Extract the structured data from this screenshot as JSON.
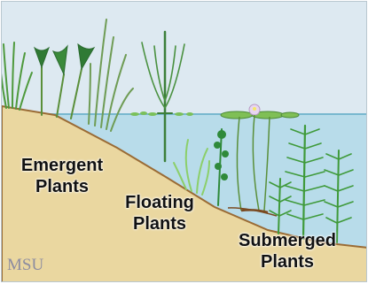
{
  "zones": [
    {
      "id": "emergent",
      "label": "Emergent\nPlants"
    },
    {
      "id": "floating",
      "label": "Floating\nPlants"
    },
    {
      "id": "submerged",
      "label": "Submerged\nPlants"
    }
  ],
  "credit": "MSU",
  "colors": {
    "sky": "#dde9f1",
    "water": "#b8dcea",
    "water_line": "#78b8cf",
    "soil": "#ead7a0",
    "soil_edge": "#9a6b35",
    "plant_green": "#2f8a3a",
    "light_green": "#8ccf6a",
    "lily_flower": "#e8d6f0",
    "root_brown": "#7a4a21"
  },
  "icons": [
    "cattail-icon",
    "arrowhead-leaf-icon",
    "bulrush-icon",
    "horsetail-icon",
    "water-lily-icon",
    "duckweed-icon",
    "pondweed-icon",
    "coontail-icon"
  ]
}
